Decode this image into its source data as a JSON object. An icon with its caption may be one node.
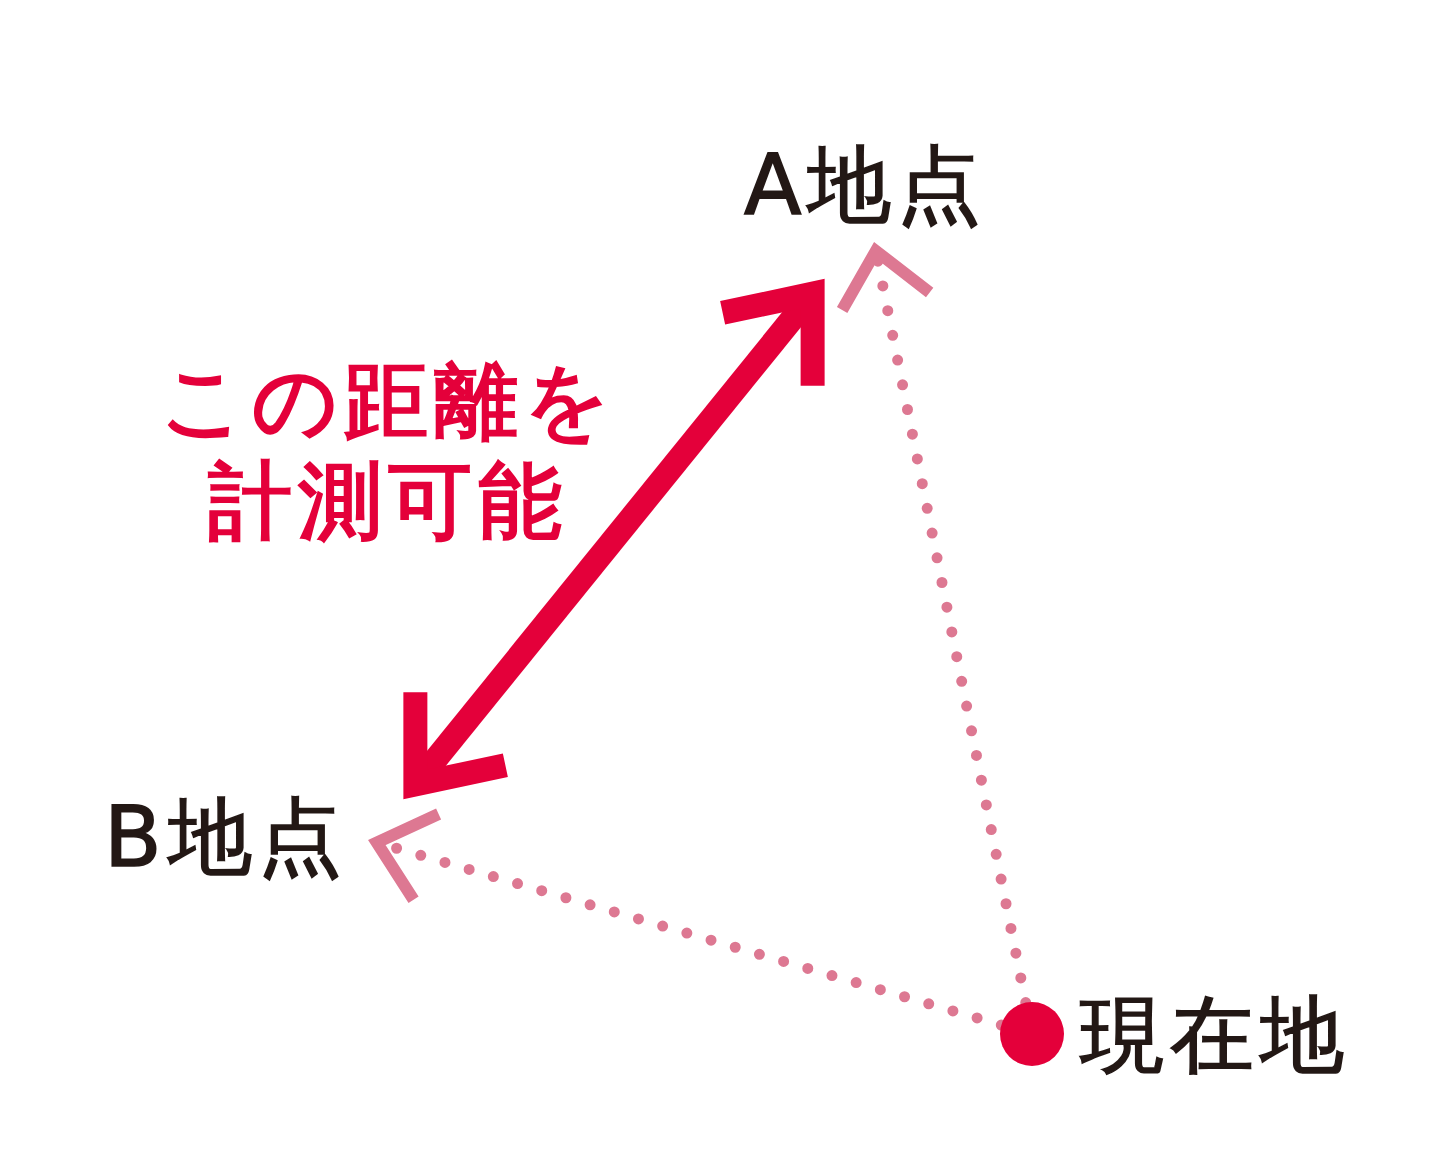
{
  "diagram": {
    "nodes": [
      {
        "text": [
          "A地点"
        ]
      },
      {
        "text": [
          "B地点"
        ]
      },
      {
        "text": [],
        "shape": "circle",
        "beside": [
          "現在地"
        ]
      }
    ],
    "edges": [
      {
        "from": 0,
        "to": 1,
        "arrow": "both",
        "label": "この距離を計測可能",
        "style": "thick",
        "color": "#e4003a"
      },
      {
        "from": 2,
        "to": 0,
        "arrow": "to",
        "style": "dashed"
      },
      {
        "from": 2,
        "to": 1,
        "arrow": "to",
        "style": "dashed"
      }
    ]
  }
}
